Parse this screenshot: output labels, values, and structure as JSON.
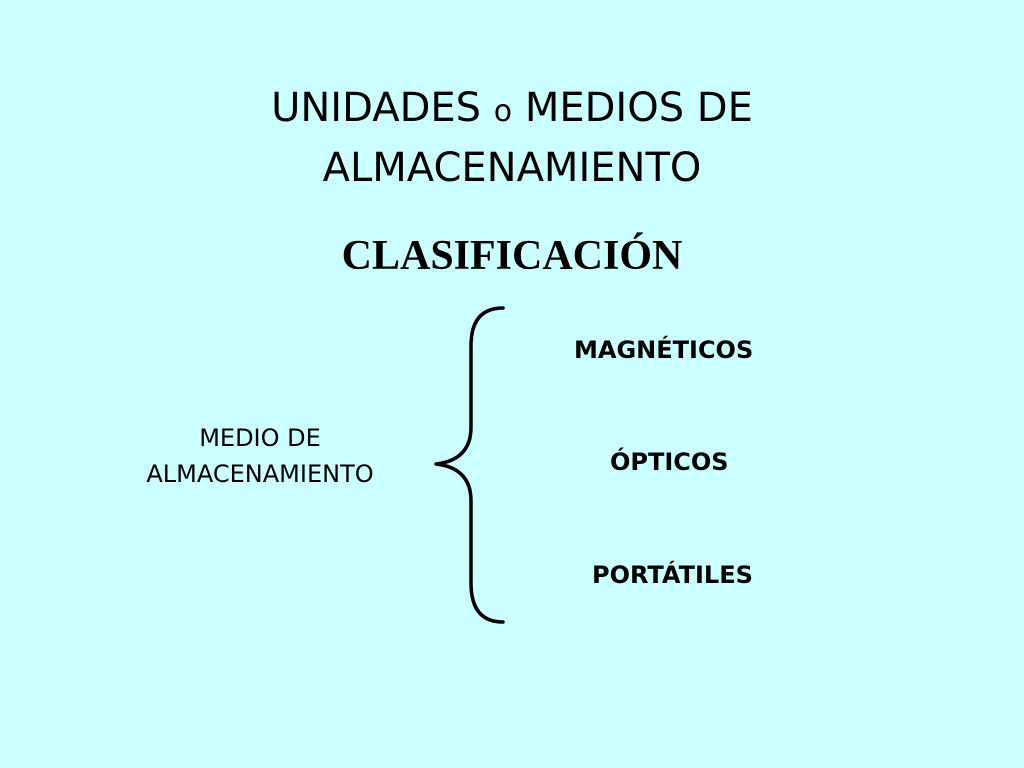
{
  "slide": {
    "title_part1": "UNIDADES ",
    "title_connector": "o",
    "title_part2": " MEDIOS DE",
    "title_line2": "ALMACENAMIENTO",
    "subtitle": "CLASIFICACIÓN"
  },
  "diagram": {
    "root_line1": "MEDIO DE",
    "root_line2": "ALMACENAMIENTO",
    "categories": [
      "MAGNÉTICOS",
      "ÓPTICOS",
      "PORTÁTILES"
    ]
  },
  "colors": {
    "background": "#ccffff",
    "text": "#000000"
  }
}
